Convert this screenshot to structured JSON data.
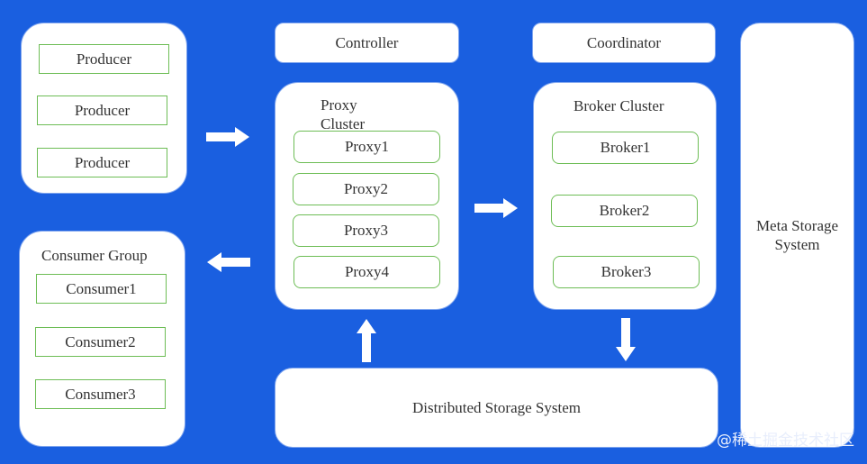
{
  "producers": {
    "items": [
      "Producer",
      "Producer",
      "Producer"
    ]
  },
  "consumer_group": {
    "title": "Consumer Group",
    "items": [
      "Consumer1",
      "Consumer2",
      "Consumer3"
    ]
  },
  "controller": {
    "label": "Controller"
  },
  "coordinator": {
    "label": "Coordinator"
  },
  "proxy_cluster": {
    "title_line1": "Proxy",
    "title_line2": "Cluster",
    "items": [
      "Proxy1",
      "Proxy2",
      "Proxy3",
      "Proxy4"
    ]
  },
  "broker_cluster": {
    "title": "Broker Cluster",
    "items": [
      "Broker1",
      "Broker2",
      "Broker3"
    ]
  },
  "meta_storage": {
    "line1": "Meta Storage",
    "line2": "System"
  },
  "distributed_storage": {
    "label": "Distributed Storage System"
  },
  "watermark": {
    "text": "@稀土掘金技术社区"
  },
  "colors": {
    "background": "#1a5fe0",
    "box_fill": "#ffffff",
    "item_border": "#6dbd55",
    "arrow": "#ffffff"
  }
}
